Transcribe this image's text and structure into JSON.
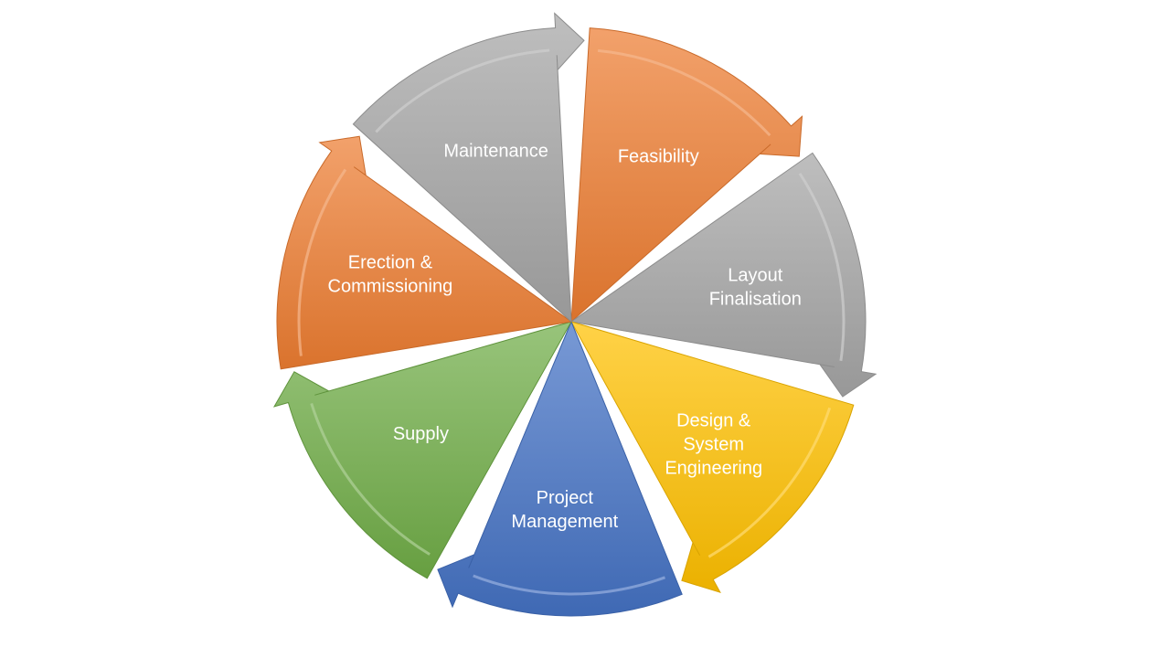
{
  "diagram": {
    "segments": [
      {
        "id": "feasibility",
        "lines": [
          "Feasibility"
        ],
        "color": "#ED7D31"
      },
      {
        "id": "layout-finalisation",
        "lines": [
          "Layout",
          "Finalisation"
        ],
        "color": "#A5A5A5"
      },
      {
        "id": "design-system-engineering",
        "lines": [
          "Design &",
          "System",
          "Engineering"
        ],
        "color": "#FFC000"
      },
      {
        "id": "project-management",
        "lines": [
          "Project",
          "Management"
        ],
        "color": "#4472C4"
      },
      {
        "id": "supply",
        "lines": [
          "Supply"
        ],
        "color": "#70AD47"
      },
      {
        "id": "erection-commissioning",
        "lines": [
          "Erection &",
          "Commissioning"
        ],
        "color": "#ED7D31"
      },
      {
        "id": "maintenance",
        "lines": [
          "Maintenance"
        ],
        "color": "#A5A5A5"
      }
    ]
  }
}
